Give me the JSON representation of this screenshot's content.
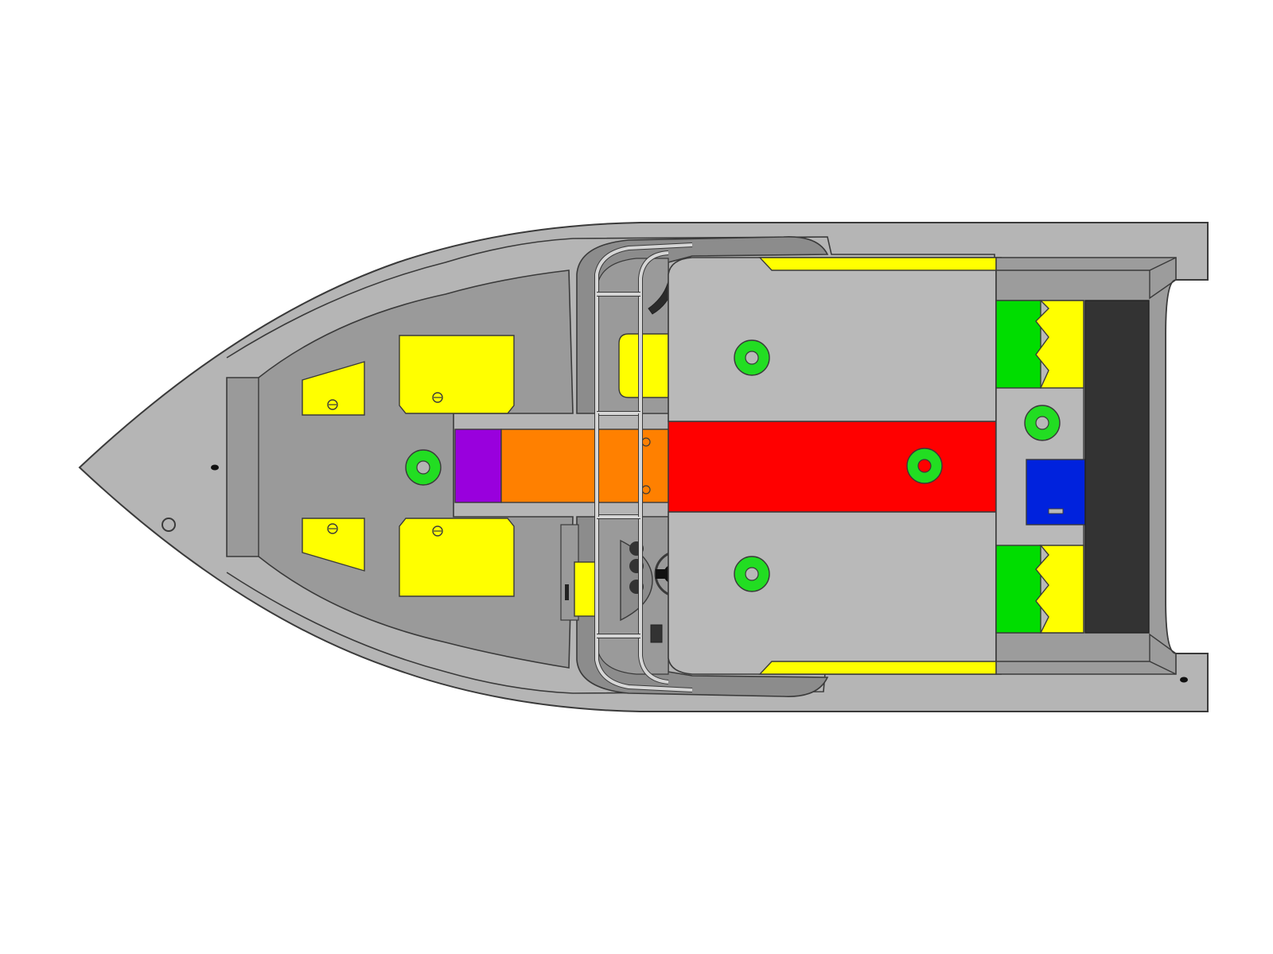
{
  "diagram": {
    "type": "boat-deck-layout",
    "orientation": "bow-left-stern-right",
    "colors": {
      "background": "#ffffff",
      "hull": "#b5b5b5",
      "gunwale": "#9c9c9c",
      "floor": "#9a9a9a",
      "deck_panel": "#b9b9b9",
      "outline": "#3a3a3a",
      "storage_hatch": "#ffff00",
      "seat_pedestal": "#22dd22",
      "center_walkway": "#ff0000",
      "forward_walkway": "#ff8000",
      "bow_box": "#9900dd",
      "battery_box": "#0022dd",
      "stern_livewell": "#00dd00",
      "transom_bench": "#333333",
      "rail": "#cfcfcf"
    },
    "zones": [
      {
        "name": "bow-casting-deck",
        "color": "floor"
      },
      {
        "name": "forward-storage-hatches",
        "count": 4,
        "color": "storage_hatch"
      },
      {
        "name": "bow-box",
        "color": "bow_box"
      },
      {
        "name": "forward-walkway",
        "color": "forward_walkway"
      },
      {
        "name": "center-walkway",
        "color": "center_walkway"
      },
      {
        "name": "console-and-windshield",
        "color": "rail"
      },
      {
        "name": "side-storage-strips",
        "count": 2,
        "color": "storage_hatch"
      },
      {
        "name": "seat-pedestals",
        "count": 5,
        "color": "seat_pedestal"
      },
      {
        "name": "stern-livewells",
        "count": 2,
        "color": "stern_livewell"
      },
      {
        "name": "battery-box",
        "color": "battery_box"
      },
      {
        "name": "transom-bench",
        "color": "transom_bench"
      }
    ]
  }
}
